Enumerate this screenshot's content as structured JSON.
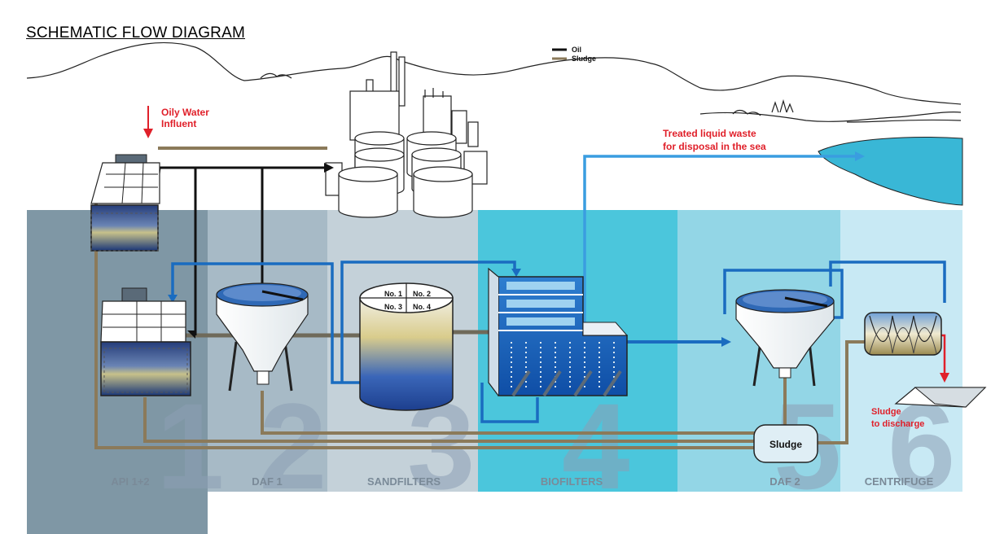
{
  "title": "SCHEMATIC FLOW DIAGRAM",
  "legend": [
    {
      "label": "Oil",
      "color": "#111111"
    },
    {
      "label": "Sludge",
      "color": "#8b7a5a"
    }
  ],
  "annotations": {
    "influent_line1": "Oily Water",
    "influent_line2": "Influent",
    "treated_line1": "Treated liquid waste",
    "treated_line2": "for disposal in the sea",
    "sludge_box": "Sludge",
    "sludge_discharge_line1": "Sludge",
    "sludge_discharge_line2": "to discharge"
  },
  "tanks": {
    "no1": "No. 1",
    "no2": "No. 2",
    "no3": "No. 3",
    "no4": "No. 4"
  },
  "stages": [
    {
      "number": "1",
      "label": "API 1+2"
    },
    {
      "number": "2",
      "label": "DAF 1"
    },
    {
      "number": "3",
      "label": "SANDFILTERS"
    },
    {
      "number": "4",
      "label": "BIOFILTERS"
    },
    {
      "number": "5",
      "label": "DAF 2"
    },
    {
      "number": "6",
      "label": "CENTRIFUGE"
    }
  ],
  "colors": {
    "oil": "#111111",
    "sludge": "#8b7a5a",
    "water": "#1a6cc0",
    "treated": "#3a9de0",
    "annotation_red": "#e0202a",
    "sea": "#39b7d6"
  }
}
